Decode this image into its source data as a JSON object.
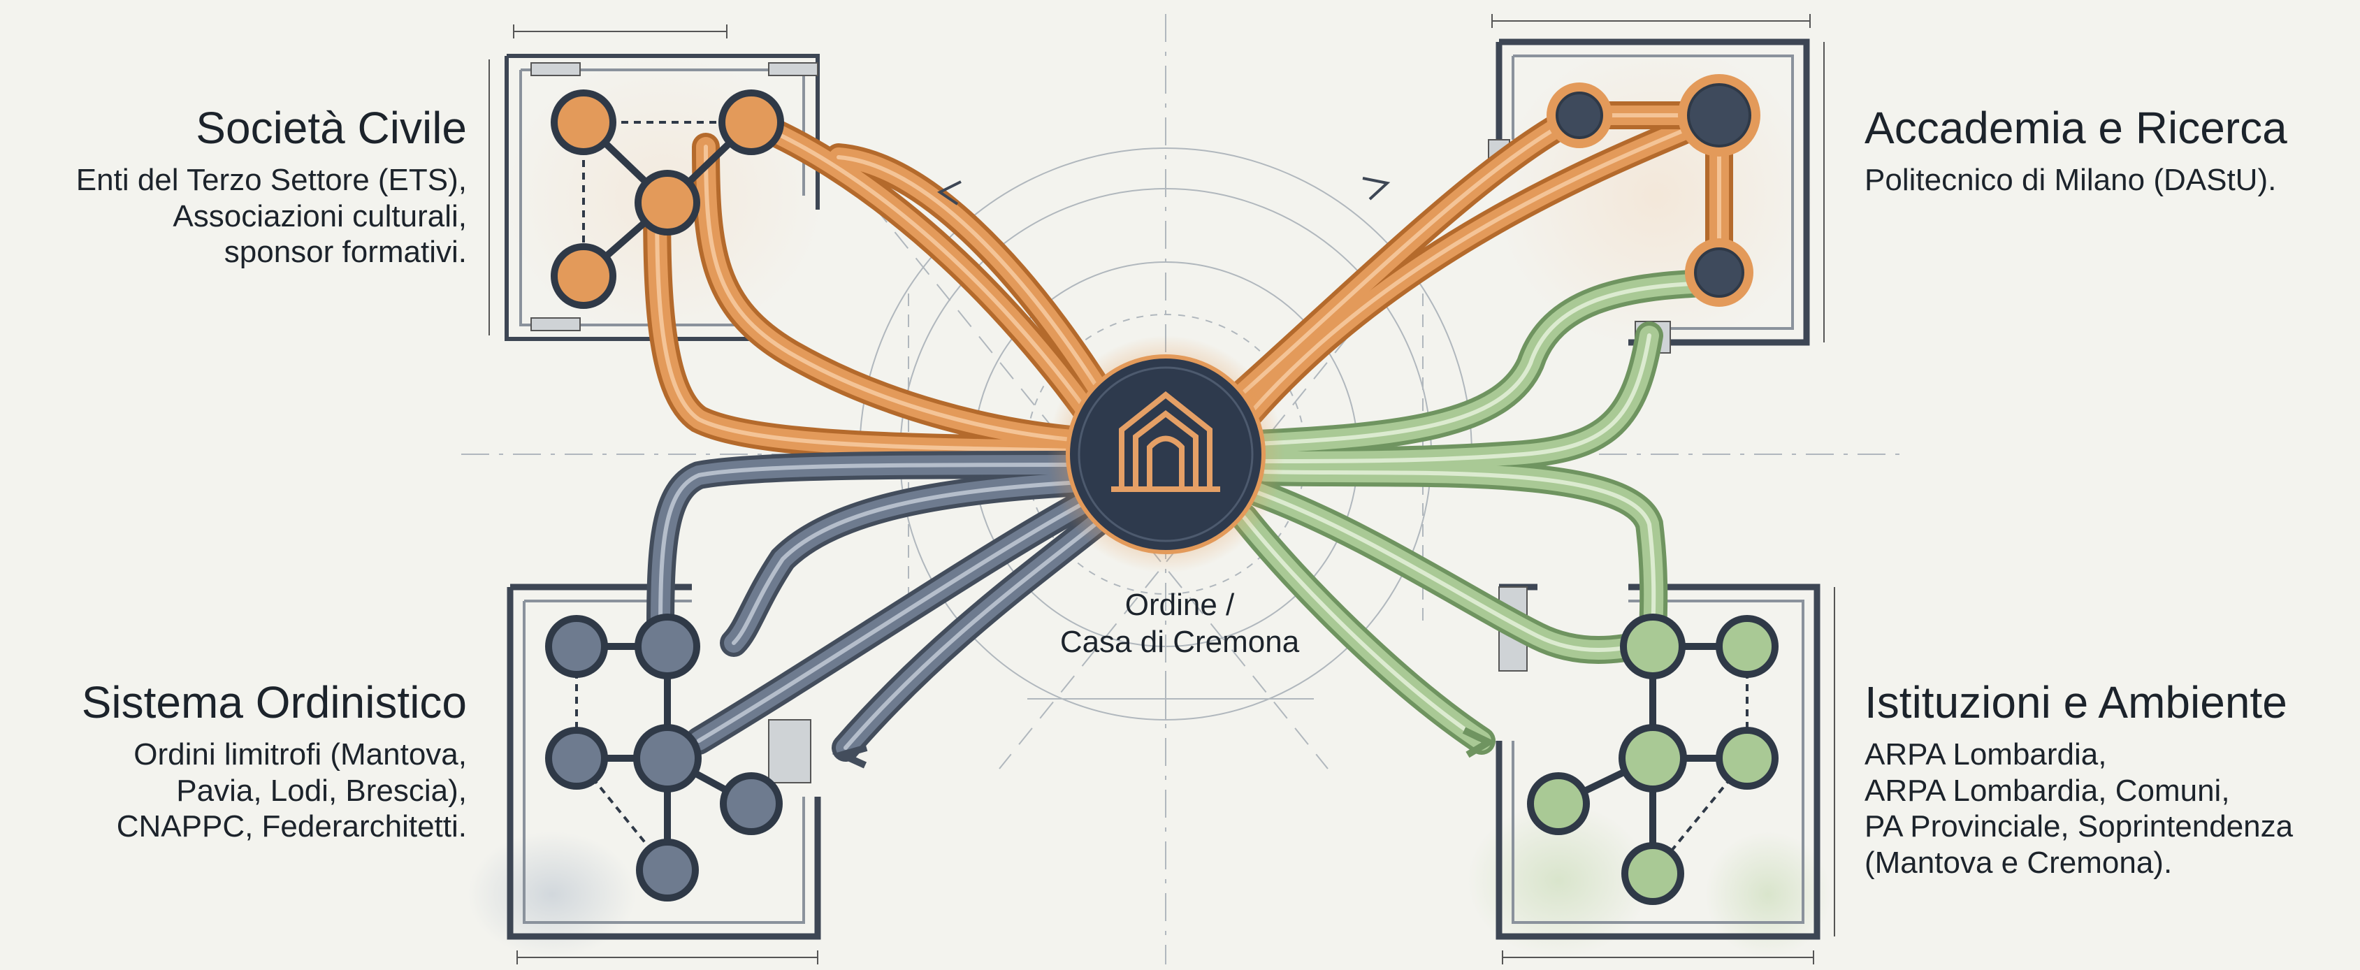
{
  "center": {
    "caption_line1": "Ordine /",
    "caption_line2": "Casa di Cremona",
    "icon": "arch-house-icon"
  },
  "groups": [
    {
      "id": "societa-civile",
      "title": "Società Civile",
      "description": "Enti del Terzo Settore (ETS),\nAssociazioni culturali,\nsponsor formativi.",
      "color": "#d98a45"
    },
    {
      "id": "accademia-ricerca",
      "title": "Accademia e Ricerca",
      "description": "Politecnico di Milano (DAStU).",
      "color": "#d98a45"
    },
    {
      "id": "sistema-ordinistico",
      "title": "Sistema Ordinistico",
      "description": "Ordini limitrofi (Mantova,\nPavia, Lodi, Brescia),\nCNAPPC, Federarchitetti.",
      "color": "#5f6b7e"
    },
    {
      "id": "istituzioni-ambiente",
      "title": "Istituzioni e Ambiente",
      "description": "ARPA Lombardia,\nARPA Lombardia, Comuni,\nPA Provinciale, Soprintendenza\n(Mantova e Cremona).",
      "color": "#9fbf8a"
    }
  ],
  "colors": {
    "orange": "#d98a45",
    "slate": "#5f6b7e",
    "green": "#9fbf8a",
    "navy": "#2e3a4d",
    "background": "#f3f3ee"
  }
}
